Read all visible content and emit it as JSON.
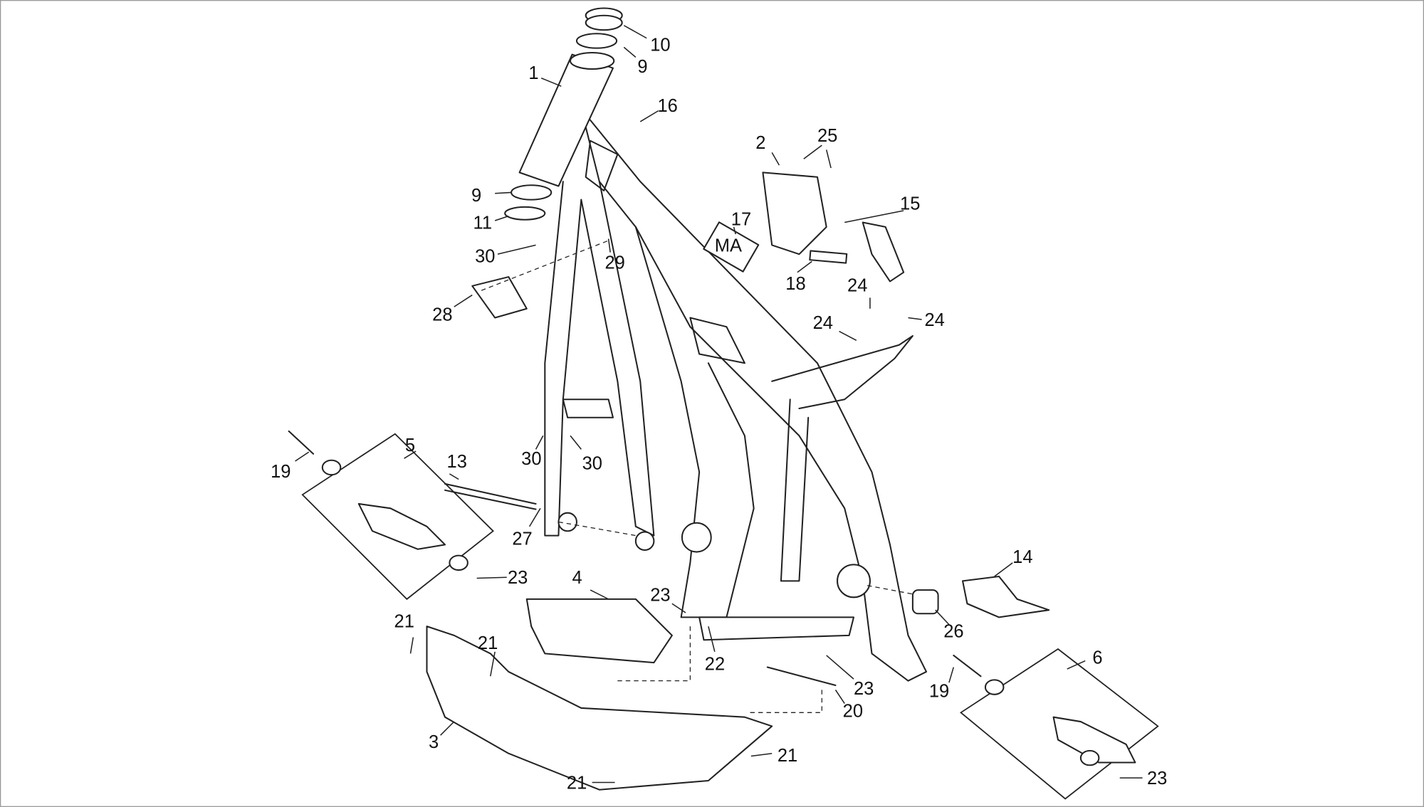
{
  "callouts": [
    "10",
    "9",
    "1",
    "16",
    "2",
    "25",
    "17",
    "15",
    "9",
    "11",
    "30",
    "29",
    "18",
    "24",
    "28",
    "24",
    "24",
    "5",
    "19",
    "13",
    "30",
    "30",
    "27",
    "23",
    "4",
    "14",
    "23",
    "26",
    "21",
    "21",
    "22",
    "6",
    "19",
    "23",
    "20",
    "3",
    "21",
    "21",
    "23"
  ],
  "sticker_text": "MA"
}
